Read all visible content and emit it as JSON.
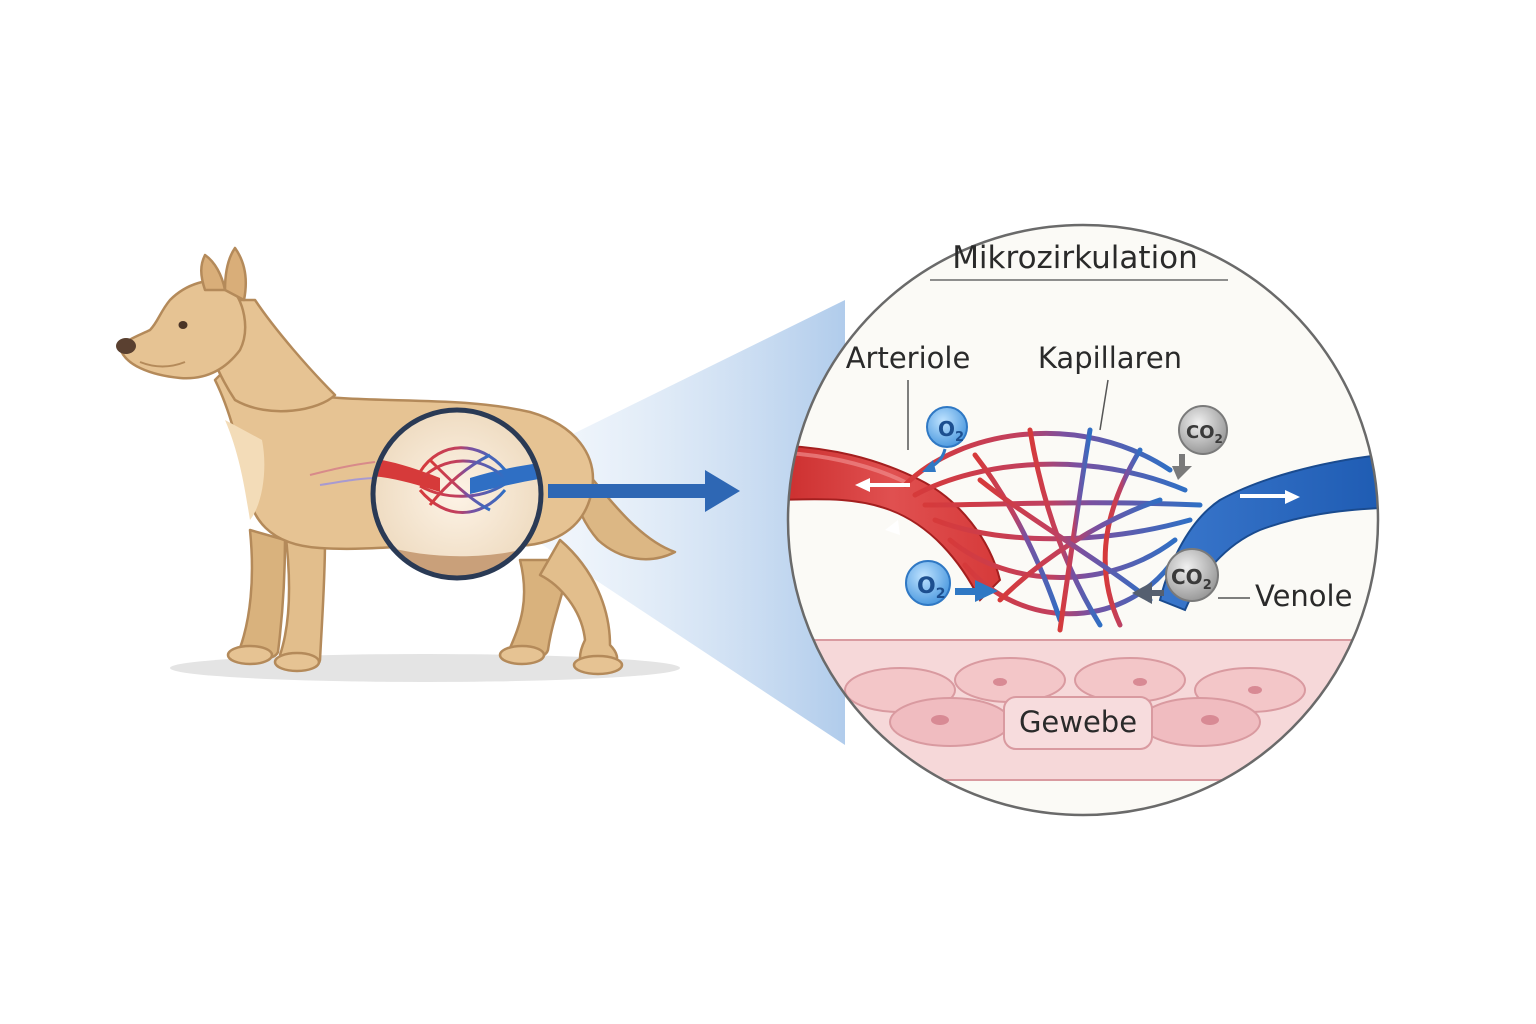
{
  "title": "Mikrozirkulation",
  "labels": {
    "arteriole": "Arteriole",
    "capillaries": "Kapillaren",
    "venule": "Venole",
    "tissue": "Gewebe"
  },
  "molecules": {
    "oxygen_top": {
      "base": "O",
      "sub": "2"
    },
    "oxygen_bottom": {
      "base": "O",
      "sub": "2"
    },
    "co2_top": {
      "base": "CO",
      "sub": "2"
    },
    "co2_bottom": {
      "base": "CO",
      "sub": "2"
    }
  },
  "colors": {
    "artery": "#d63a3a",
    "vein": "#2f6fc4",
    "oxygen_bubble": "#5aa8e6",
    "co2_bubble": "#a8a8a8",
    "dog_fur": "#e6c393",
    "tissue": "#f3c6c8",
    "zoom_arrow": "#2e67b4"
  }
}
